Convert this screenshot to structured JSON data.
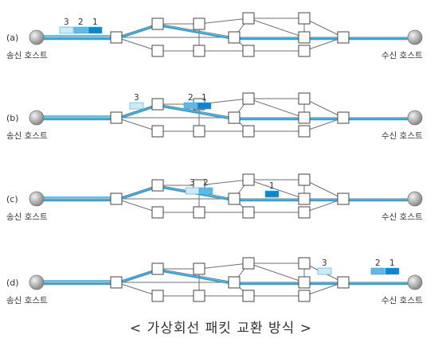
{
  "panels": [
    {
      "label": "(a)",
      "sender": "송신 호스트",
      "receiver": "수신 호스트",
      "packets": [
        {
          "num": "3",
          "shade": "light"
        },
        {
          "num": "2",
          "shade": "mid"
        },
        {
          "num": "1",
          "shade": "dark"
        }
      ]
    },
    {
      "label": "(b)",
      "sender": "송신 호스트",
      "receiver": "수신 호스트",
      "packets": [
        {
          "num": "3",
          "shade": "light"
        },
        {
          "num": "2",
          "shade": "mid"
        },
        {
          "num": "1",
          "shade": "dark"
        }
      ]
    },
    {
      "label": "(c)",
      "sender": "송신 호스트",
      "receiver": "수신 호스트",
      "packets": [
        {
          "num": "3",
          "shade": "light"
        },
        {
          "num": "2",
          "shade": "mid"
        },
        {
          "num": "1",
          "shade": "dark"
        }
      ]
    },
    {
      "label": "(d)",
      "sender": "송신 호스트",
      "receiver": "수신 호스트",
      "packets": [
        {
          "num": "3",
          "shade": "light"
        },
        {
          "num": "2",
          "shade": "mid"
        },
        {
          "num": "1",
          "shade": "dark"
        }
      ]
    }
  ],
  "caption": "< 가상회선 패킷 교환 방식 >",
  "colors": {
    "route": "#29a8e0",
    "link": "#6f6f6f",
    "packet_light": "#cdeaf7",
    "packet_mid": "#5fb8e6",
    "packet_dark": "#0b86d0"
  }
}
